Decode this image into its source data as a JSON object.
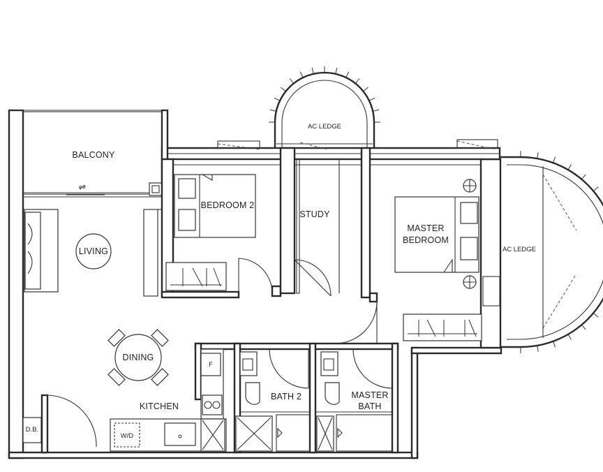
{
  "rooms": {
    "balcony": "BALCONY",
    "bedroom2": "BEDROOM 2",
    "study": "STUDY",
    "master_bedroom_line1": "MASTER",
    "master_bedroom_line2": "BEDROOM",
    "ac_ledge_top": "AC LEDGE",
    "ac_ledge_right": "AC LEDGE",
    "living": "LIVING",
    "dining": "DINING",
    "kitchen": "KITCHEN",
    "bath2": "BATH 2",
    "master_bath_line1": "MASTER",
    "master_bath_line2": "BATH",
    "db": "D.B.",
    "wd": "W/D",
    "fridge": "F"
  },
  "symbols": {
    "sliding_door_arrows": "⇌"
  }
}
